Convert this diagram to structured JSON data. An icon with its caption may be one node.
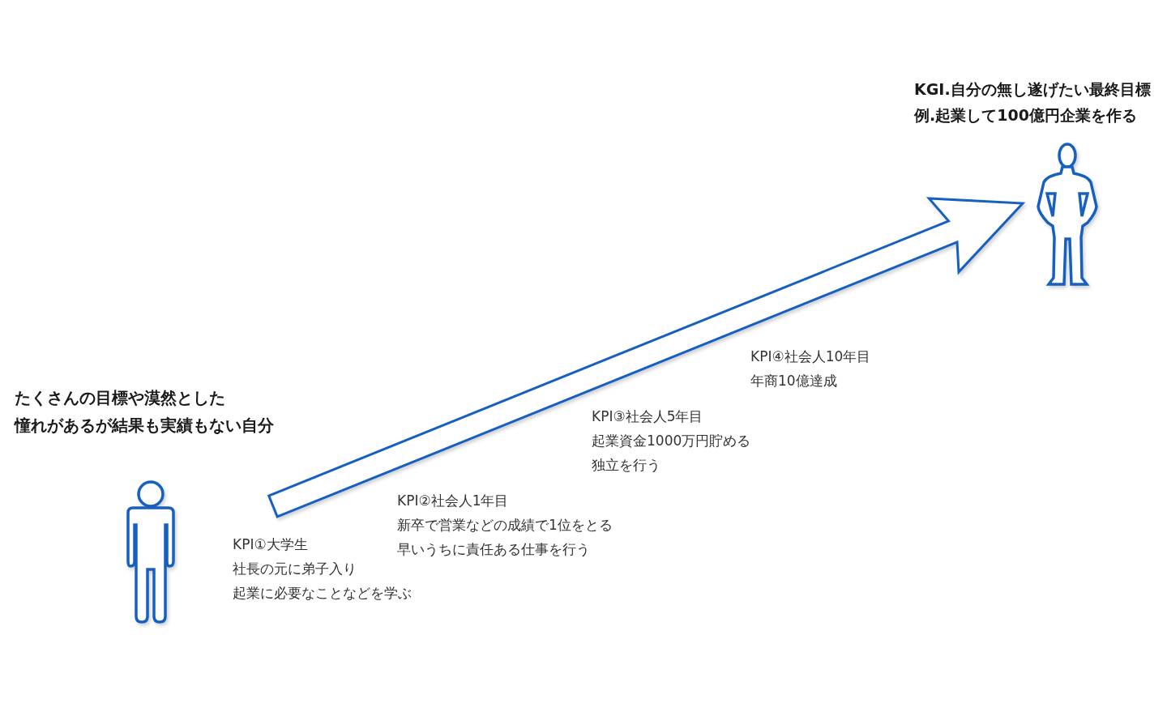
{
  "diagram": {
    "nodes": [
      {
        "text": [],
        "shape": "person",
        "beside": [
          "たくさんの目標や漠然とした",
          "憧れがあるが結果も実績もない自分"
        ]
      },
      {
        "text": [],
        "shape": "person",
        "beside": [
          "KGI.自分の無し遂げたい最終目標",
          "例.起業して100億円企業を作る"
        ]
      }
    ],
    "edges": [
      {
        "from": 0,
        "to": 1,
        "arrow": "to",
        "style": "thick"
      }
    ],
    "labels": [
      "KPI①大学生",
      "社長の元に弟子入り",
      "起業に必要なことなどを学ぶ",
      "KPI②社会人1年目",
      "新卒で営業などの成績で1位をとる",
      "早いうちに責任ある仕事を行う",
      "KPI③社会人5年目",
      "起業資金1000万円貯める",
      "独立を行う",
      "KPI④社会人10年目",
      "年商10億達成"
    ]
  }
}
